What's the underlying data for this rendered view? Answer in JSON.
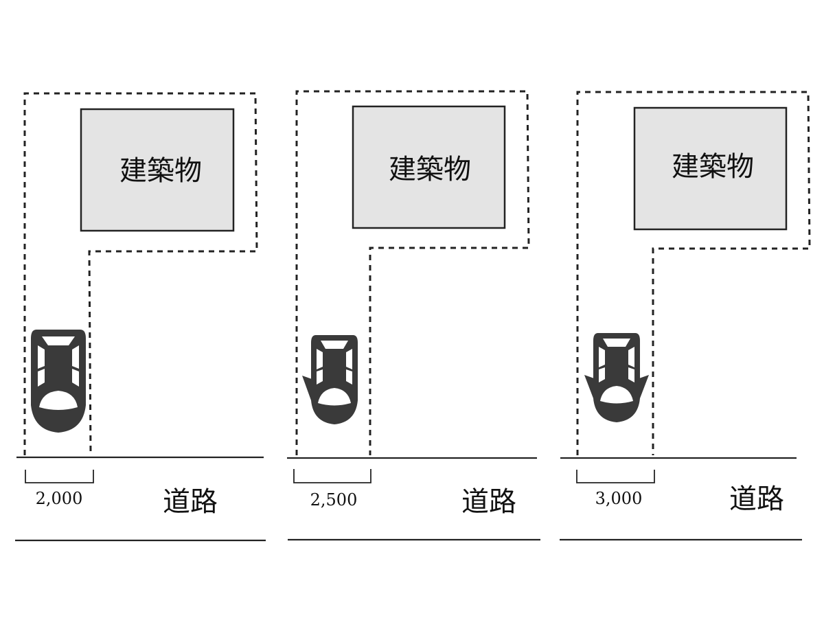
{
  "panels": [
    {
      "building_label": "建築物",
      "road_label": "道路",
      "width_label": "2,000",
      "door_open": "none"
    },
    {
      "building_label": "建築物",
      "road_label": "道路",
      "width_label": "2,500",
      "door_open": "left"
    },
    {
      "building_label": "建築物",
      "road_label": "道路",
      "width_label": "3,000",
      "door_open": "both"
    }
  ],
  "colors": {
    "building_fill": "#e4e4e4",
    "car": "#3a3a3a",
    "line": "#222222"
  }
}
